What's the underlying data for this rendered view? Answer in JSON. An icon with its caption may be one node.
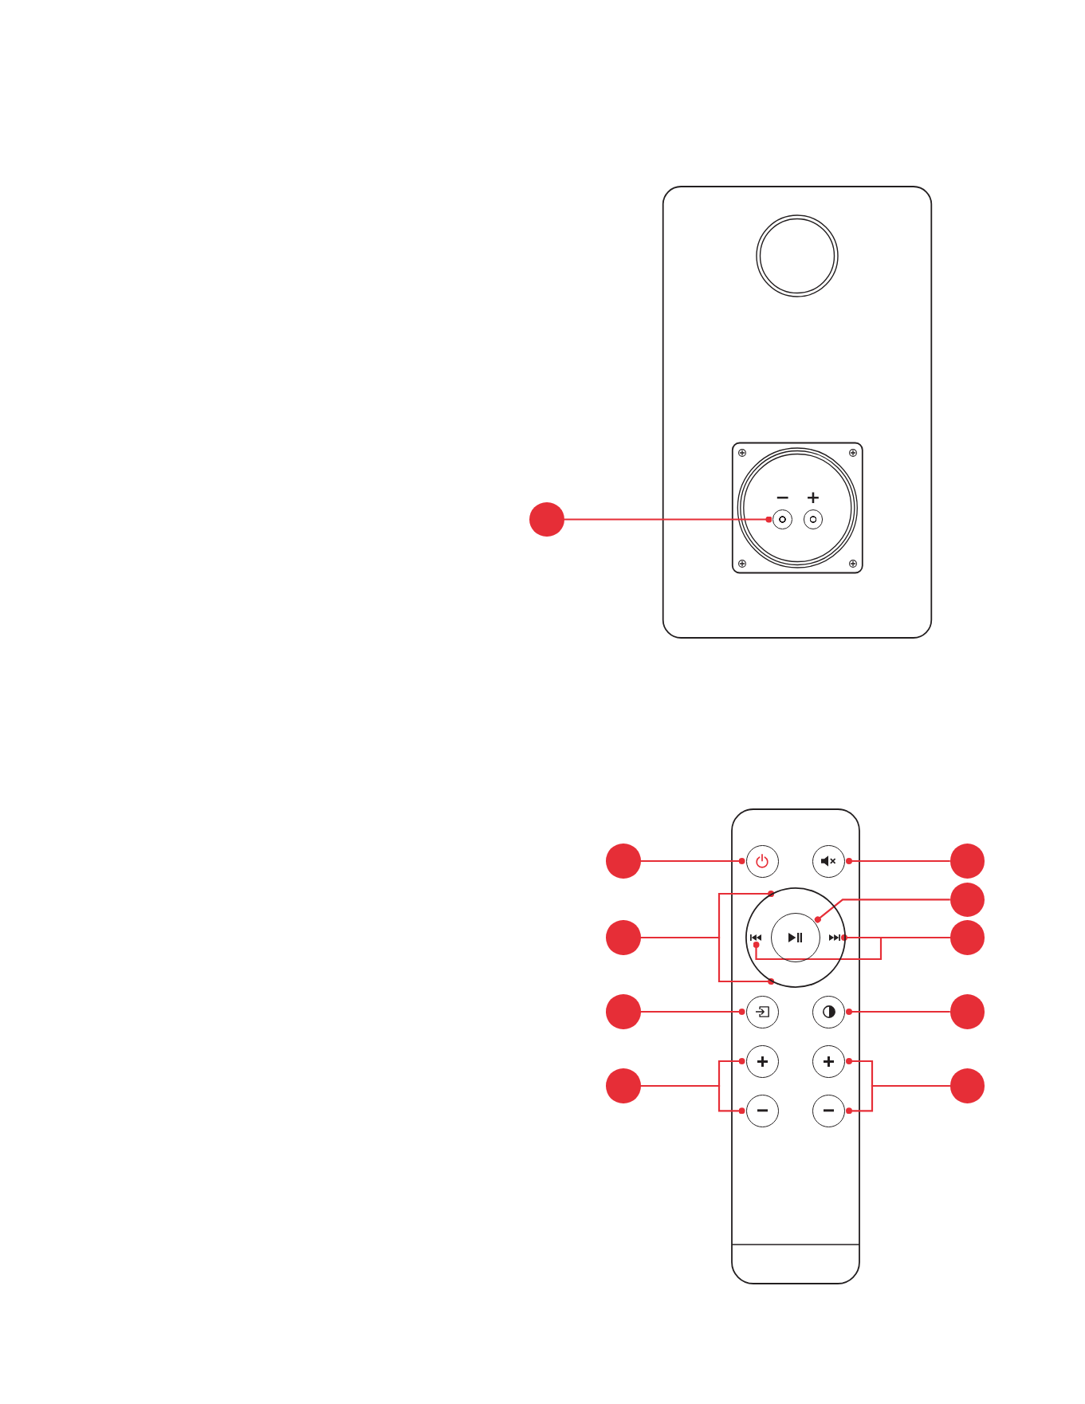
{
  "diagram": {
    "nodes": [
      {
        "text": [],
        "shape": "circle"
      },
      {
        "text": [],
        "shape": "circle",
        "beside": [
          "−"
        ]
      },
      {
        "text": [],
        "shape": "circle",
        "beside": [
          "+"
        ]
      },
      {
        "text": [],
        "shape": "circle"
      },
      {
        "text": [],
        "shape": "circle"
      },
      {
        "text": [],
        "shape": "circle"
      },
      {
        "text": [],
        "shape": "circle"
      },
      {
        "text": [],
        "shape": "circle"
      },
      {
        "text": [],
        "shape": "circle"
      },
      {
        "text": [],
        "shape": "circle"
      },
      {
        "text": [],
        "shape": "picture",
        "in": 8
      },
      {
        "text": [],
        "shape": "circle",
        "in": 8
      },
      {
        "text": [],
        "shape": "picture",
        "in": 8
      },
      {
        "text": [],
        "shape": "circle"
      },
      {
        "text": [],
        "shape": "circle"
      },
      {
        "text": [],
        "shape": "circle"
      },
      {
        "text": [],
        "shape": "circle"
      },
      {
        "text": [],
        "shape": "circle"
      },
      {
        "text": [],
        "shape": "circle"
      },
      {
        "text": [],
        "shape": "circle"
      },
      {
        "text": [],
        "shape": "circle"
      },
      {
        "text": [],
        "shape": "circle"
      },
      {
        "text": [],
        "shape": "circle"
      },
      {
        "text": [],
        "shape": "circle"
      }
    ],
    "edges": [
      {
        "from": 0,
        "to": 1,
        "arrow": "other"
      },
      {
        "from": 3,
        "to": 4,
        "arrow": "other"
      },
      {
        "from": 6,
        "to": 5,
        "arrow": "other"
      },
      {
        "from": 7,
        "to": 11,
        "arrow": "other"
      },
      {
        "from": 9,
        "to": 8,
        "arrow": "other"
      },
      {
        "from": 9,
        "to": 8,
        "arrow": "other"
      },
      {
        "from": 13,
        "to": 12,
        "arrow": "other"
      },
      {
        "from": 13,
        "to": 10,
        "arrow": "other"
      },
      {
        "from": 14,
        "to": 15,
        "arrow": "other"
      },
      {
        "from": 17,
        "to": 16,
        "arrow": "other"
      },
      {
        "from": 20,
        "to": 18,
        "arrow": "other"
      },
      {
        "from": 20,
        "to": 22,
        "arrow": "other"
      },
      {
        "from": 21,
        "to": 19,
        "arrow": "other"
      },
      {
        "from": 21,
        "to": 23,
        "arrow": "other"
      }
    ]
  }
}
